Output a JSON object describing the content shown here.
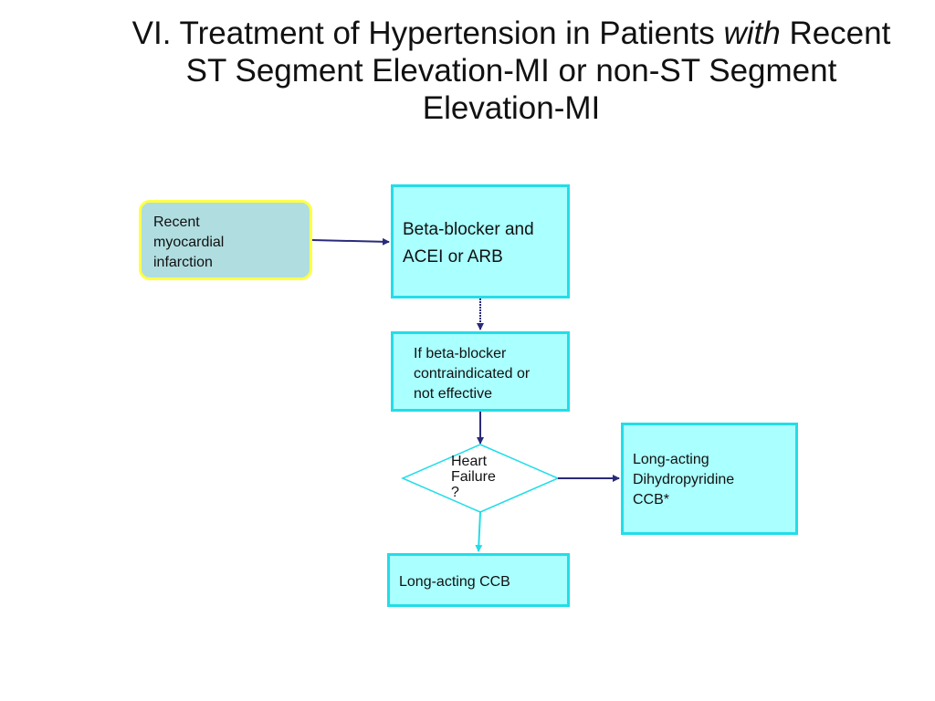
{
  "title": {
    "part1": "VI. Treatment of Hypertension in Patients ",
    "italic": "with",
    "part2": " Recent",
    "line2": "ST Segment Elevation-MI or non-ST Segment",
    "line3": "Elevation-MI"
  },
  "nodes": {
    "mi": {
      "lines": [
        "Recent",
        "myocardial",
        "infarction"
      ]
    },
    "beta_blocker": {
      "lines": [
        "Beta-blocker and",
        "ACEI or ARB"
      ]
    },
    "contraindicated": {
      "lines": [
        "If beta-blocker",
        "contraindicated or",
        "not effective"
      ]
    },
    "heart_failure": {
      "lines": [
        "Heart",
        "Failure",
        "?"
      ]
    },
    "dhp_ccb": {
      "lines": [
        "Long-acting",
        "Dihydropyridine",
        "CCB*"
      ]
    },
    "long_acting_ccb": {
      "lines": [
        "Long-acting CCB"
      ]
    }
  },
  "colors": {
    "box_fill": "#aaffff",
    "box_border": "#22dde8",
    "mi_fill": "#b0dde0",
    "mi_border": "#ffff44",
    "arrow_dark": "#2a2a7a",
    "arrow_cyan": "#22dde8"
  }
}
